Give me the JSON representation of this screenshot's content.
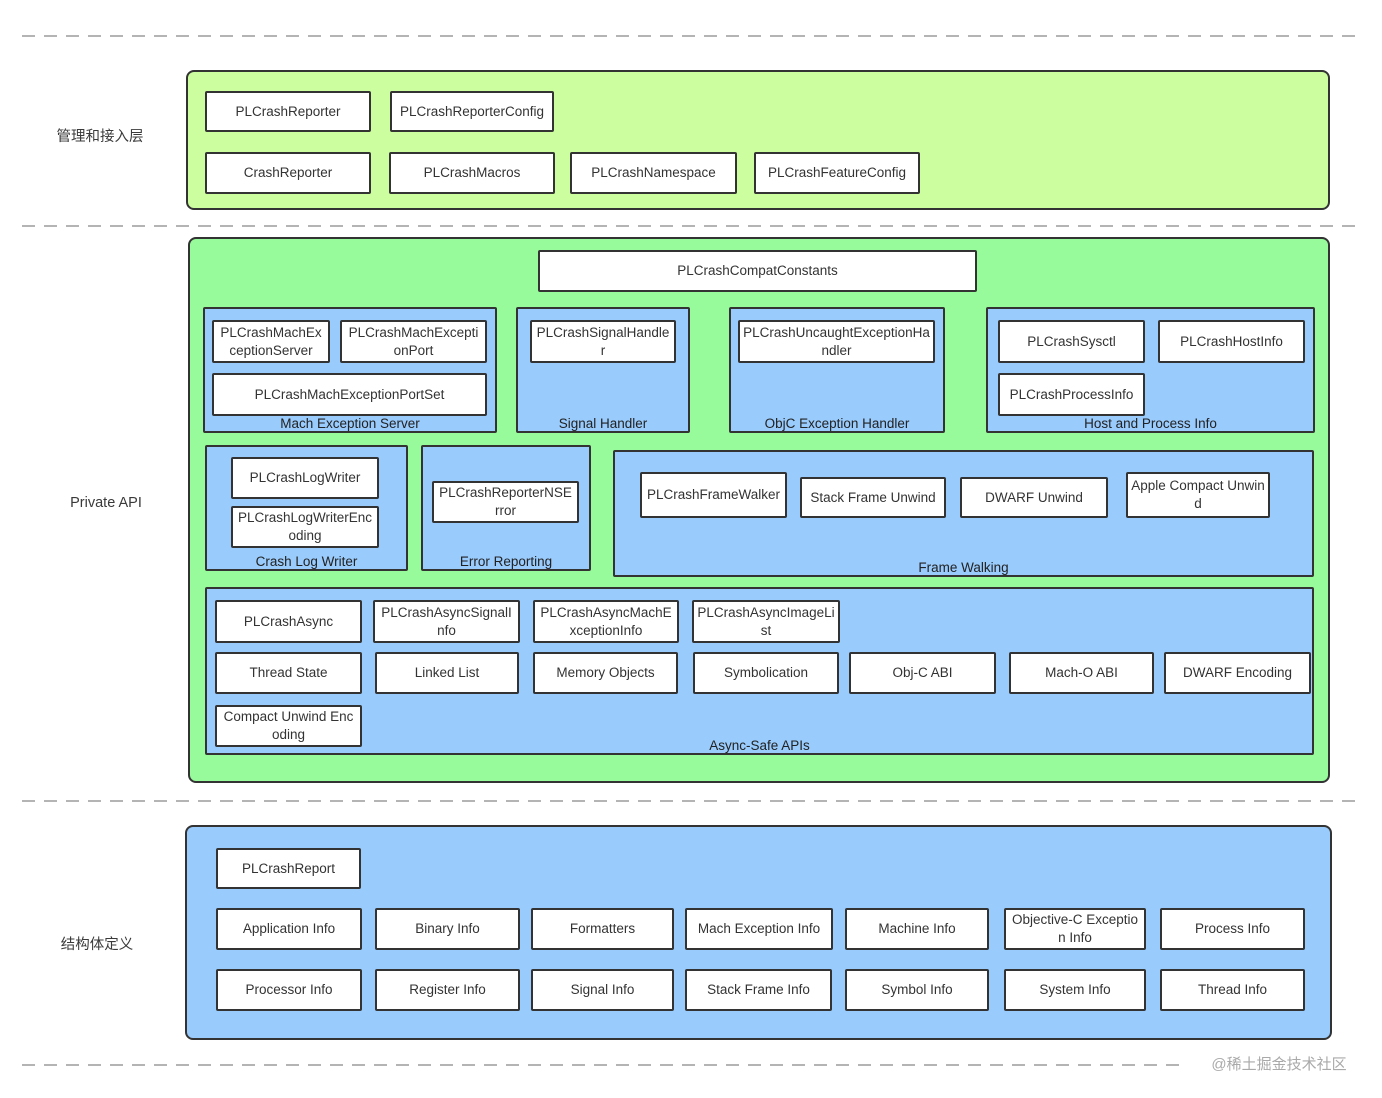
{
  "diagram": {
    "layer1": {
      "side_label": "管理和接入层",
      "boxes": [
        "PLCrashReporter",
        "PLCrashReporterConfig",
        "CrashReporter",
        "PLCrashMacros",
        "PLCrashNamespace",
        "PLCrashFeatureConfig"
      ]
    },
    "layer2": {
      "side_label": "Private API",
      "compat_constants": "PLCrashCompatConstants",
      "mach_exception_server": {
        "label": "Mach Exception Server",
        "items": [
          "PLCrashMachExceptionServer",
          "PLCrashMachExceptionPort",
          "PLCrashMachExceptionPortSet"
        ]
      },
      "signal_handler": {
        "label": "Signal Handler",
        "items": [
          "PLCrashSignalHandler"
        ]
      },
      "objc_exception_handler": {
        "label": "ObjC Exception Handler",
        "items": [
          "PLCrashUncaughtExceptionHandler"
        ]
      },
      "host_and_process_info": {
        "label": "Host and Process Info",
        "items": [
          "PLCrashSysctl",
          "PLCrashHostInfo",
          "PLCrashProcessInfo"
        ]
      },
      "crash_log_writer": {
        "label": "Crash Log Writer",
        "items": [
          "PLCrashLogWriter",
          "PLCrashLogWriterEncoding"
        ]
      },
      "error_reporting": {
        "label": "Error Reporting",
        "items": [
          "PLCrashReporterNSError"
        ]
      },
      "frame_walking": {
        "label": "Frame Walking",
        "items": [
          "PLCrashFrameWalker",
          "Stack Frame Unwind",
          "DWARF Unwind",
          "Apple Compact Unwind"
        ]
      },
      "async_safe_apis": {
        "label": "Async-Safe APIs",
        "items": [
          "PLCrashAsync",
          "PLCrashAsyncSignalInfo",
          "PLCrashAsyncMachExceptionInfo",
          "PLCrashAsyncImageList",
          "Thread State",
          "Linked List",
          "Memory Objects",
          "Symbolication",
          "Obj-C ABI",
          "Mach-O ABI",
          "DWARF Encoding",
          "Compact Unwind Encoding"
        ]
      }
    },
    "layer3": {
      "side_label": "结构体定义",
      "boxes": [
        "PLCrashReport",
        "Application Info",
        "Binary Info",
        "Formatters",
        "Mach Exception Info",
        "Machine Info",
        "Objective-C Exception Info",
        "Process Info",
        "Processor Info",
        "Register Info",
        "Signal Info",
        "Stack Frame Info",
        "Symbol Info",
        "System Info",
        "Thread Info"
      ]
    },
    "watermark": "@稀土掘金技术社区",
    "colors": {
      "layer1_bg": "#ccfd9e",
      "layer2_bg": "#98fb9b",
      "blue_bg": "#99cbfc",
      "box_bg": "#ffffff",
      "border": "#333333",
      "dashed_line": "#b4b4b4",
      "watermark": "#a9a9a9"
    }
  }
}
